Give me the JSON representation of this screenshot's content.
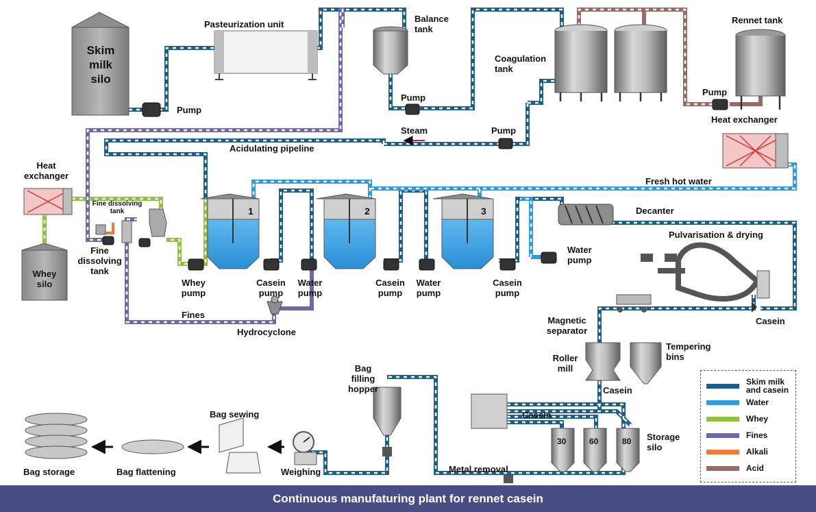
{
  "title": "Continuous manufaturing plant for rennet casein",
  "labels": {
    "skim_milk_silo": "Skim\nmilk\nsilo",
    "pasteurization_unit": "Pasteurization unit",
    "balance_tank": "Balance\ntank",
    "coagulation_tank": "Coagulation\ntank",
    "rennet_tank": "Rennet tank",
    "pump_1": "Pump",
    "pump_2": "Pump",
    "pump_3": "Pump",
    "pump_4": "Pump",
    "steam": "Steam",
    "heat_exchanger_right": "Heat exchanger",
    "acidulating_pipeline": "Acidulating pipeline",
    "fresh_hot_water": "Fresh hot water",
    "heat_exchanger_left": "Heat\nexchanger",
    "fine_dissolving_tank_top": "Fine dissolving\ntank",
    "fine_dissolving_tank": "Fine\ndissolving\ntank",
    "whey_silo": "Whey\nsilo",
    "whey_pump": "Whey\npump",
    "casein_pump_1": "Casein\npump",
    "water_pump_1": "Water\npump",
    "casein_pump_2": "Casein\npump",
    "water_pump_2": "Water\npump",
    "casein_pump_3": "Casein\npump",
    "decanter": "Decanter",
    "water_pump_right": "Water\npump",
    "pulvarisation_drying": "Pulvarisation & drying",
    "casein_dryer": "Casein",
    "fines": "Fines",
    "hydrocyclone": "Hydrocyclone",
    "magnetic_separator": "Magnetic\nseparator",
    "tempering_bins": "Tempering\nbins",
    "roller_mill": "Roller\nmill",
    "casein_mill": "Casein",
    "casein_silos": "Casein",
    "bag_filling_hopper": "Bag\nfilling\nhopper",
    "bag_sewing": "Bag sewing",
    "bag_storage": "Bag storage",
    "bag_flattening": "Bag flattening",
    "weighing": "Weighing",
    "metal_removal": "Metal removal",
    "storage_silo": "Storage\nsilo"
  },
  "tank_numbers": [
    "1",
    "2",
    "3"
  ],
  "silo_numbers": [
    "30",
    "60",
    "80"
  ],
  "legend": [
    {
      "label": "Skim milk\nand casein",
      "color": "#1b5e8c"
    },
    {
      "label": "Water",
      "color": "#2e9be0"
    },
    {
      "label": "Whey",
      "color": "#8fc23a"
    },
    {
      "label": "Fines",
      "color": "#6b6aa8"
    },
    {
      "label": "Alkali",
      "color": "#f07a3a"
    },
    {
      "label": "Acid",
      "color": "#9a6a64"
    }
  ]
}
